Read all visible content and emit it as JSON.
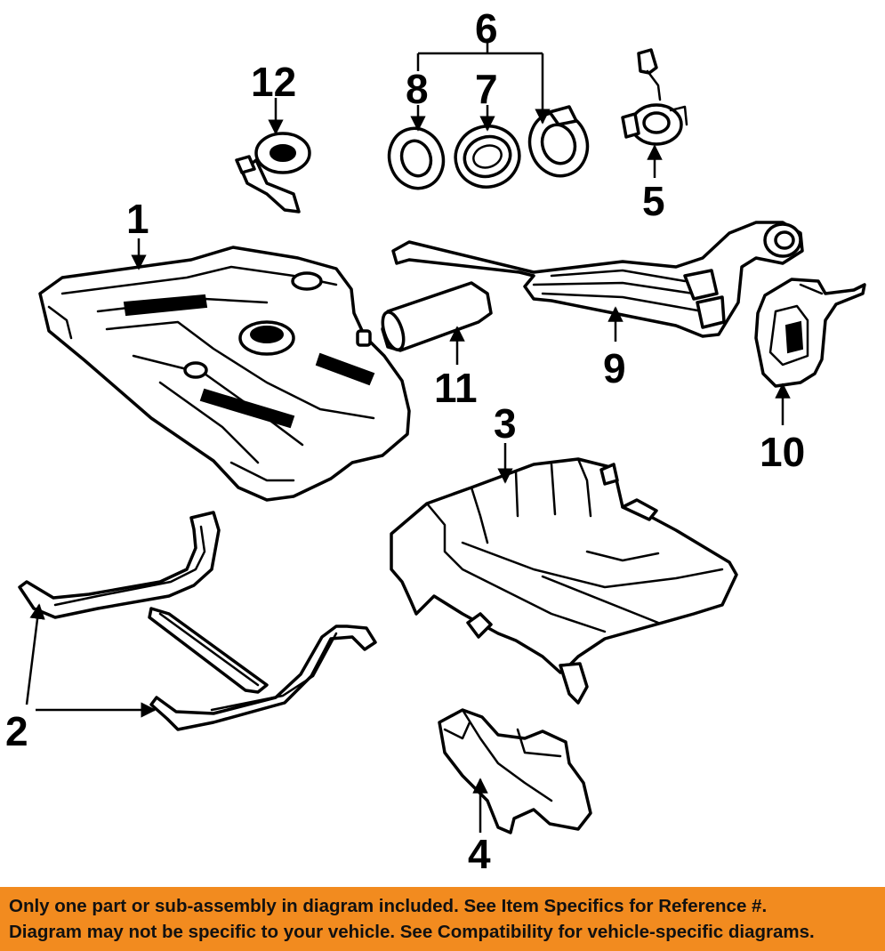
{
  "callouts": {
    "c1": "1",
    "c2": "2",
    "c3": "3",
    "c4": "4",
    "c5": "5",
    "c6": "6",
    "c7": "7",
    "c8": "8",
    "c9": "9",
    "c10": "10",
    "c11": "11",
    "c12": "12"
  },
  "notice": {
    "line1": "Only one part or sub-assembly in diagram included. See Item Specifics for Reference #.",
    "line2": "Diagram may not be specific to your vehicle. See Compatibility for vehicle-specific diagrams."
  },
  "colors": {
    "banner": "#f28b1f",
    "ink": "#000000"
  }
}
